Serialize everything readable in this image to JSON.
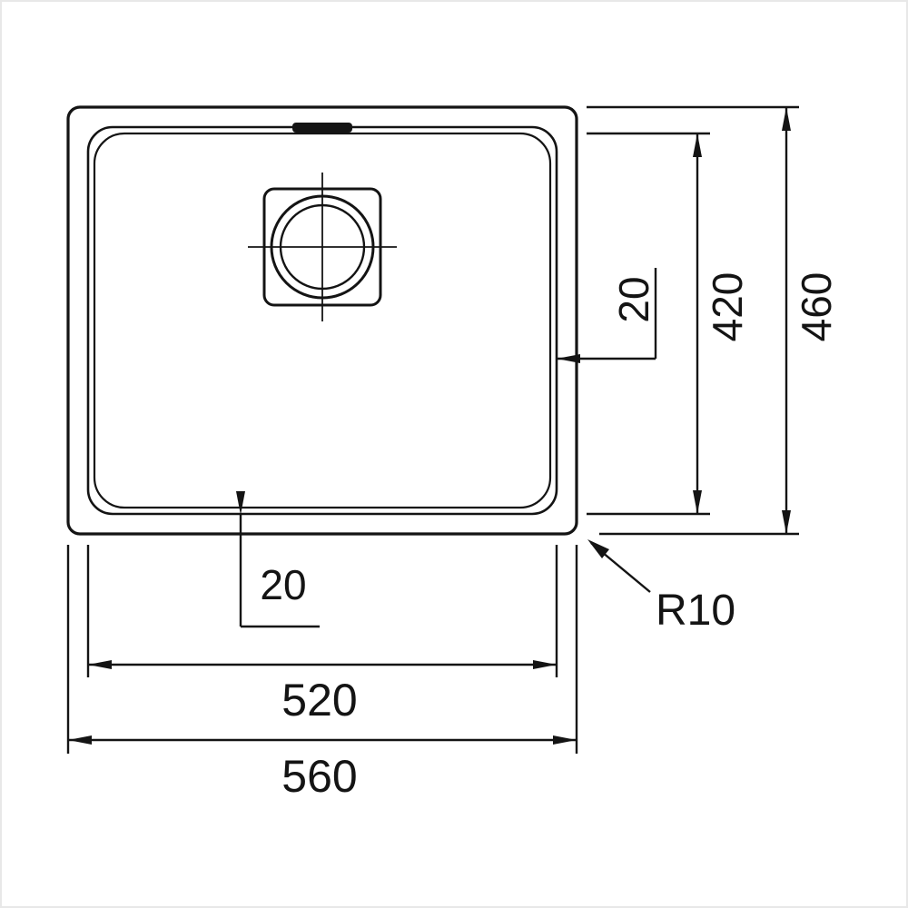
{
  "colors": {
    "line": "#141414",
    "background": "#ffffff"
  },
  "dimensions": {
    "overall_width": "560",
    "bowl_width": "520",
    "overall_depth": "460",
    "bowl_depth": "420",
    "rim_offset_right": "20",
    "rim_offset_bottom": "20",
    "corner_radius": "R10"
  }
}
